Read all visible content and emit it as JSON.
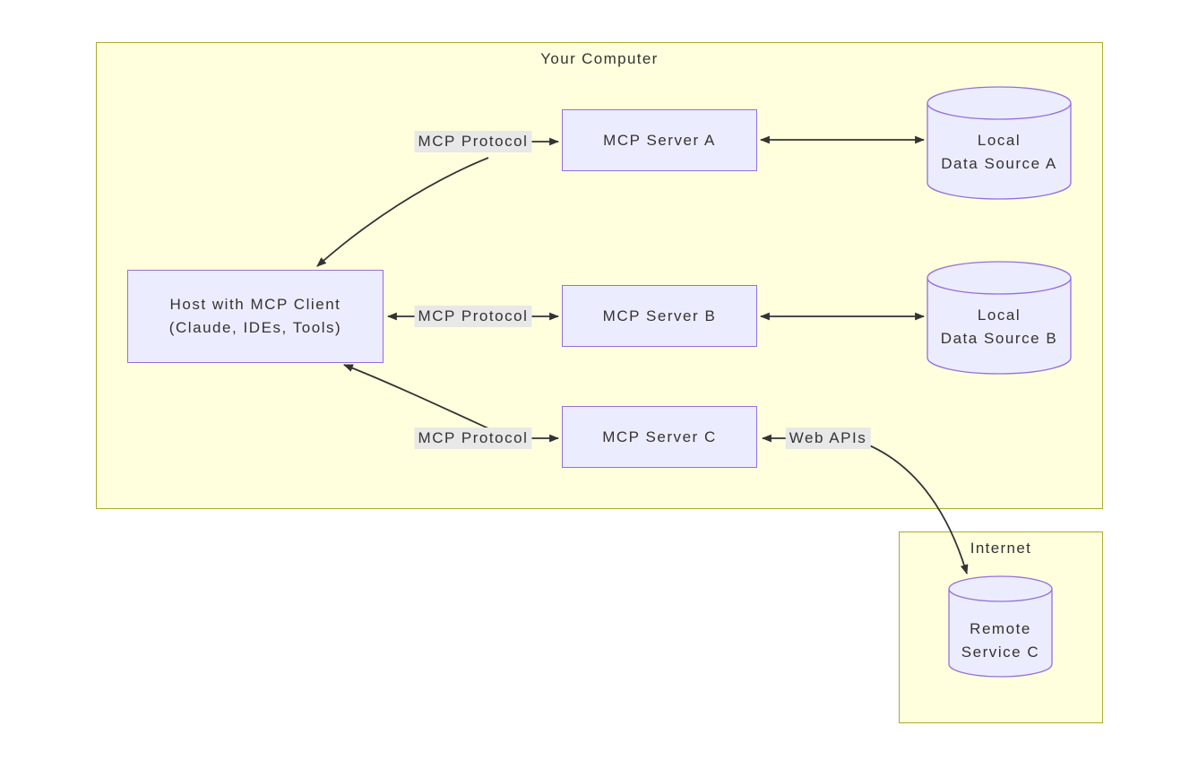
{
  "diagram": {
    "clusters": {
      "your_computer": {
        "label": "Your Computer"
      },
      "internet": {
        "label": "Internet"
      }
    },
    "nodes": {
      "host": {
        "line1": "Host with MCP Client",
        "line2": "(Claude, IDEs, Tools)"
      },
      "server_a": {
        "label": "MCP Server A"
      },
      "server_b": {
        "label": "MCP Server B"
      },
      "server_c": {
        "label": "MCP Server C"
      },
      "data_a": {
        "line1": "Local",
        "line2": "Data Source A"
      },
      "data_b": {
        "line1": "Local",
        "line2": "Data Source B"
      },
      "remote_c": {
        "line1": "Remote",
        "line2": "Service C"
      }
    },
    "edge_labels": {
      "protocol_a": "MCP Protocol",
      "protocol_b": "MCP Protocol",
      "protocol_c": "MCP Protocol",
      "web_apis": "Web APIs"
    },
    "edges": [
      {
        "from": "host",
        "to": "server_a",
        "label": "MCP Protocol",
        "direction": "bidirectional"
      },
      {
        "from": "host",
        "to": "server_b",
        "label": "MCP Protocol",
        "direction": "bidirectional"
      },
      {
        "from": "host",
        "to": "server_c",
        "label": "MCP Protocol",
        "direction": "bidirectional"
      },
      {
        "from": "server_a",
        "to": "data_a",
        "label": "",
        "direction": "bidirectional"
      },
      {
        "from": "server_b",
        "to": "data_b",
        "label": "",
        "direction": "bidirectional"
      },
      {
        "from": "server_c",
        "to": "remote_c",
        "label": "Web APIs",
        "direction": "bidirectional"
      }
    ],
    "colors": {
      "cluster_fill": "#ffffde",
      "cluster_border": "#aaaa33",
      "node_fill": "#ECECFF",
      "node_border": "#9370DB",
      "edge": "#333333",
      "edge_label_bg": "#e8e8e8",
      "text": "#333333"
    }
  }
}
